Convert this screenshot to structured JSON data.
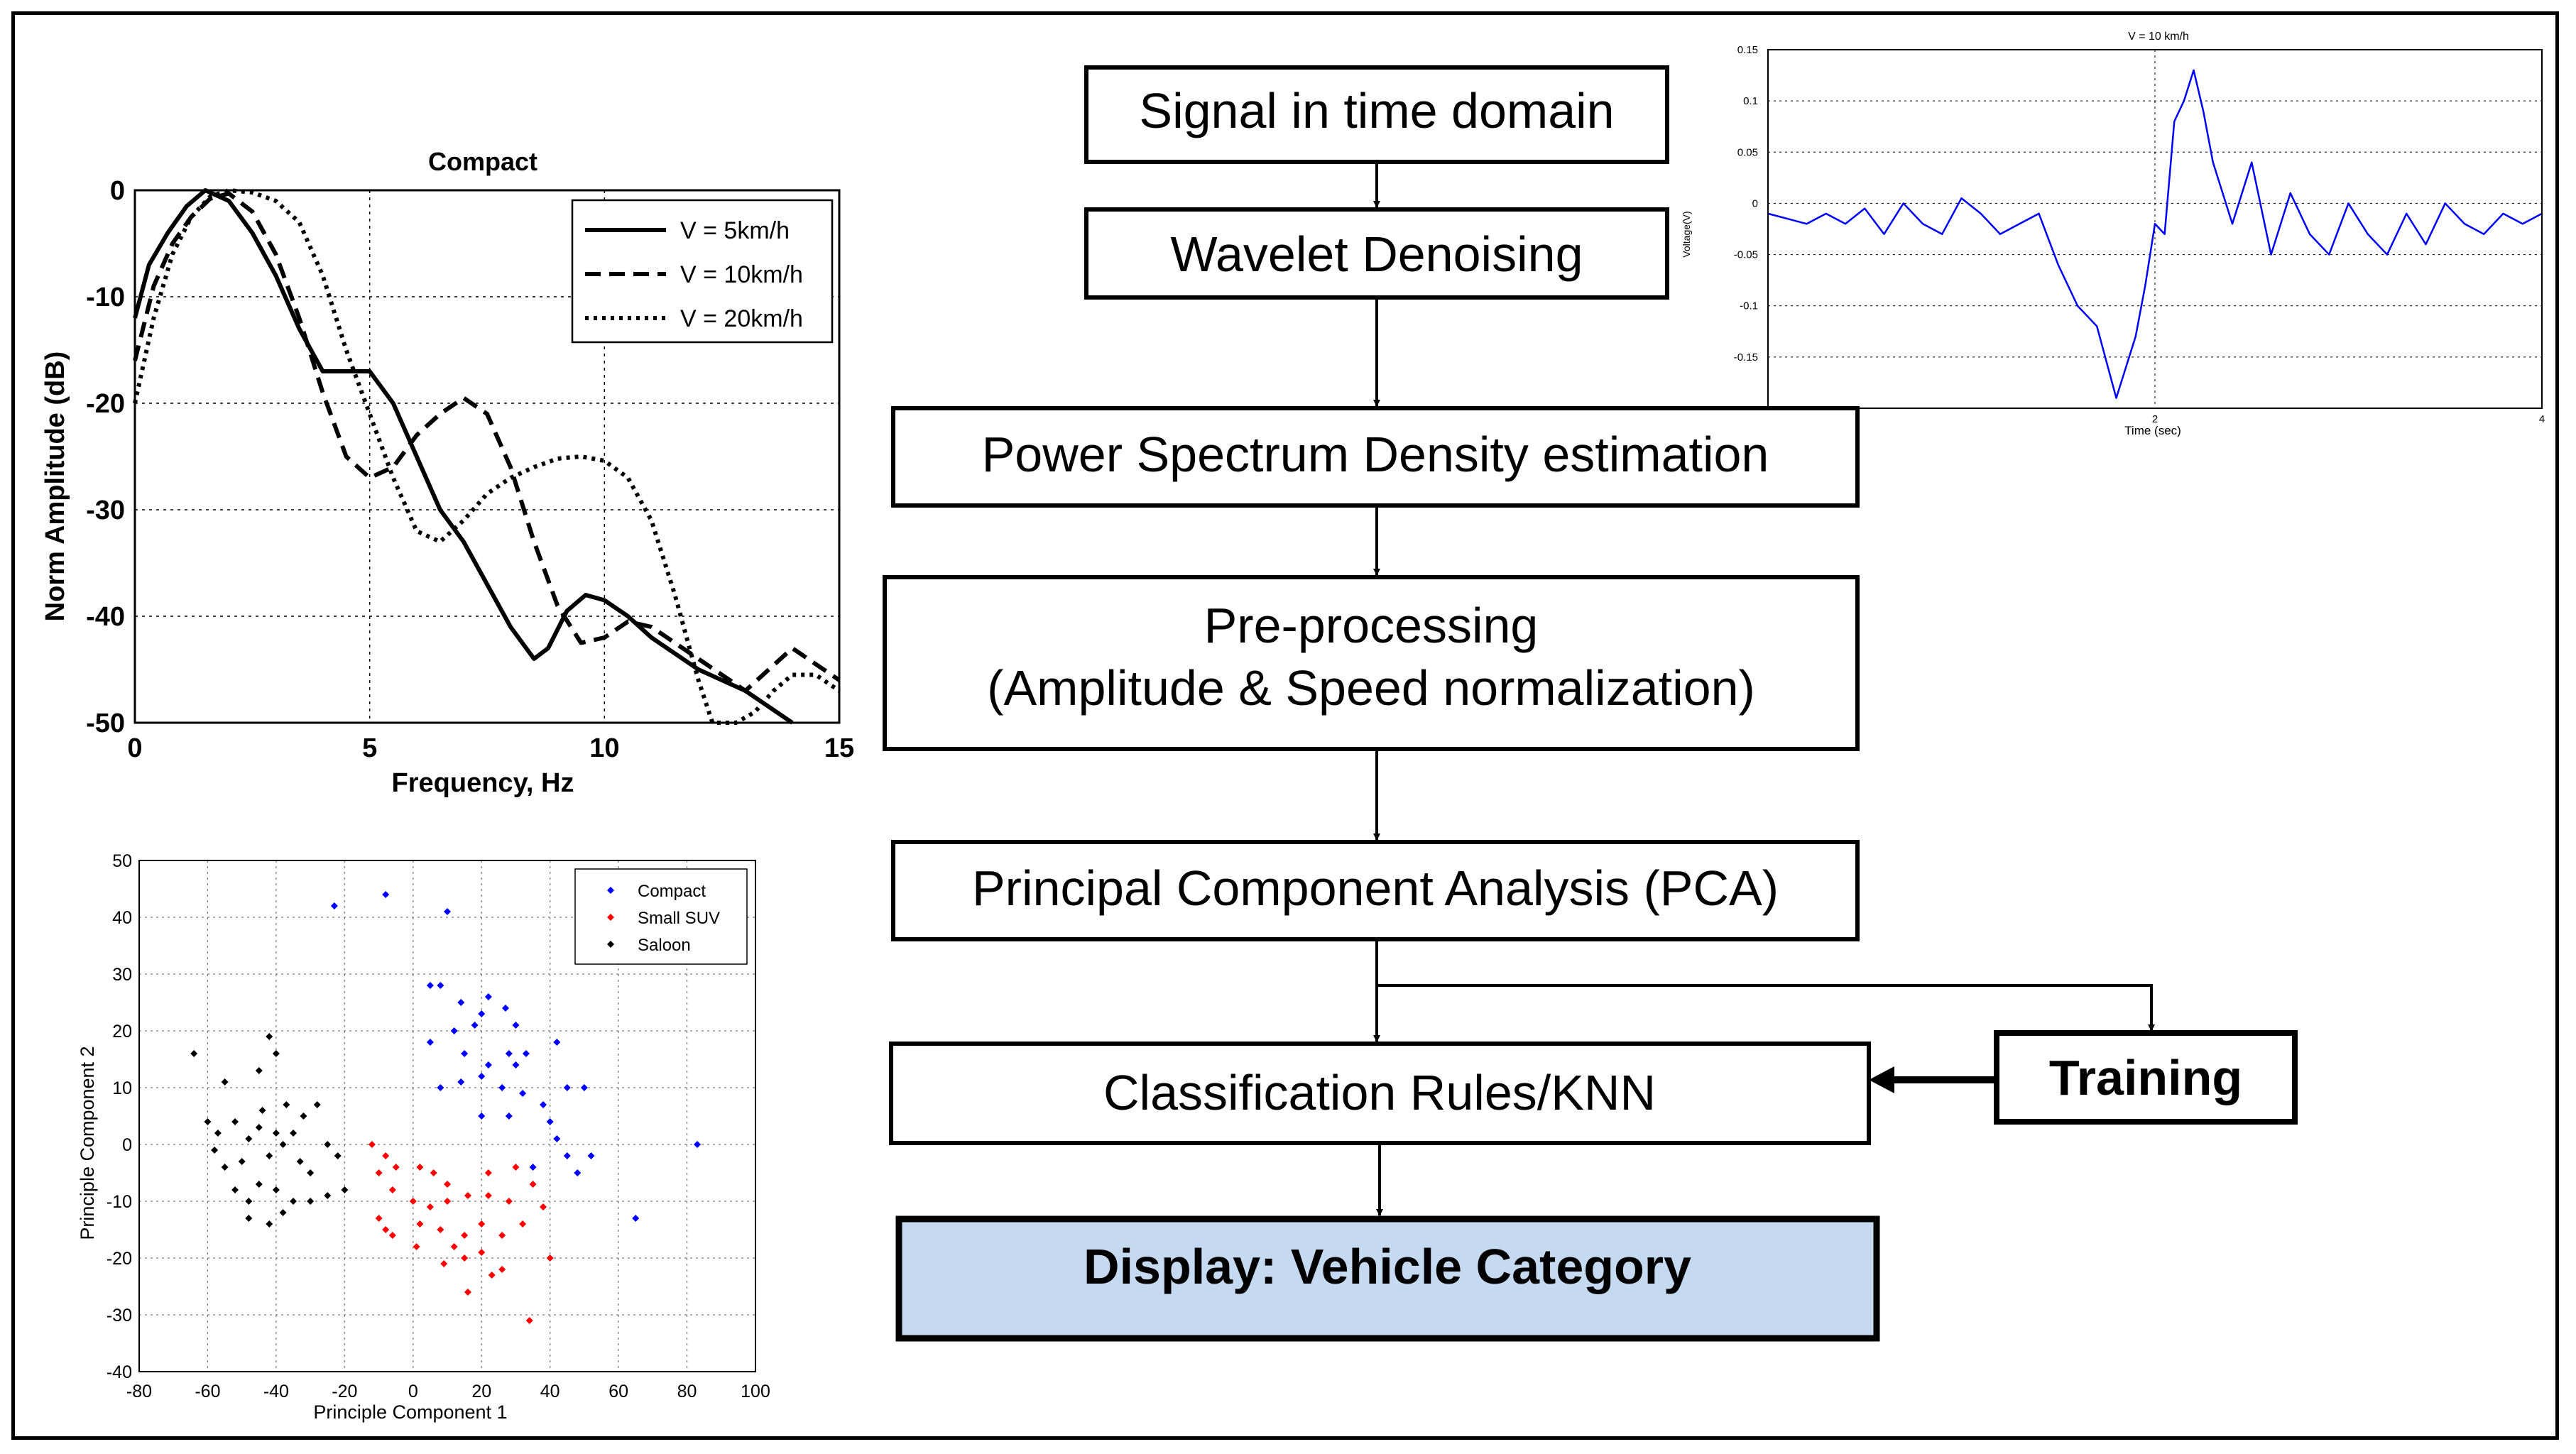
{
  "flow": {
    "steps": [
      {
        "lines": [
          "Signal in time domain"
        ]
      },
      {
        "lines": [
          "Wavelet Denoising"
        ]
      },
      {
        "lines": [
          "Power Spectrum Density estimation"
        ]
      },
      {
        "lines": [
          "Pre-processing",
          "(Amplitude & Speed normalization)"
        ]
      },
      {
        "lines": [
          "Principal Component Analysis (PCA)"
        ]
      },
      {
        "lines": [
          "Classification Rules/KNN"
        ]
      },
      {
        "lines": [
          "Display: Vehicle Category"
        ]
      }
    ],
    "training_label": "Training",
    "display_fill": "#c5d9f1"
  },
  "chart_data": [
    {
      "type": "line",
      "title": "Compact",
      "xlabel": "Frequency, Hz",
      "ylabel": "Norm Amplitude (dB)",
      "xlim": [
        0,
        15
      ],
      "ylim": [
        -50,
        0
      ],
      "xticks": [
        "0",
        "5",
        "10",
        "15"
      ],
      "yticks": [
        "0",
        "-10",
        "-20",
        "-30",
        "-40",
        "-50"
      ],
      "grid": true,
      "legend_position": "top-right",
      "series": [
        {
          "name": "V = 5km/h",
          "style": "solid",
          "x": [
            0,
            0.3,
            0.7,
            1.1,
            1.5,
            2.0,
            2.5,
            3.0,
            3.5,
            4.0,
            4.5,
            5.0,
            5.5,
            6.0,
            6.5,
            7.0,
            7.5,
            8.0,
            8.5,
            8.8,
            9.2,
            9.6,
            10.0,
            10.5,
            11.0,
            11.5,
            12.0,
            12.5,
            13.0,
            13.5,
            14.0
          ],
          "y": [
            -12,
            -7,
            -4,
            -1.5,
            0,
            -1,
            -4,
            -8,
            -13,
            -17,
            -17,
            -17,
            -20,
            -25,
            -30,
            -33,
            -37,
            -41,
            -44,
            -43,
            -39.5,
            -38,
            -38.5,
            -40,
            -42,
            -43.5,
            -45,
            -46,
            -47,
            -48.5,
            -50
          ]
        },
        {
          "name": "V = 10km/h",
          "style": "dash",
          "x": [
            0,
            0.4,
            0.8,
            1.2,
            1.6,
            2.0,
            2.5,
            3.0,
            3.5,
            4.0,
            4.5,
            5.0,
            5.5,
            6.0,
            6.5,
            7.0,
            7.5,
            8.0,
            8.5,
            9.0,
            9.5,
            10.0,
            10.5,
            11.0,
            11.5,
            12.0,
            12.5,
            13.0,
            13.5,
            14.0,
            14.5,
            15.0
          ],
          "y": [
            -16,
            -9,
            -5,
            -2.5,
            -0.8,
            -0.3,
            -2,
            -6,
            -12,
            -19,
            -25,
            -27,
            -26,
            -23,
            -21,
            -19.5,
            -21,
            -26,
            -33,
            -39,
            -42.5,
            -42,
            -40.5,
            -41,
            -42.5,
            -44,
            -45.5,
            -47,
            -45,
            -43,
            -44.5,
            -46
          ]
        },
        {
          "name": "V = 20km/h",
          "style": "dot",
          "x": [
            0,
            0.4,
            0.8,
            1.2,
            1.6,
            2.0,
            2.5,
            3.0,
            3.5,
            4.0,
            4.5,
            5.0,
            5.5,
            6.0,
            6.5,
            7.0,
            7.5,
            8.0,
            8.5,
            9.0,
            9.5,
            10.0,
            10.5,
            11.0,
            11.5,
            12.0,
            12.3,
            12.8,
            13.2,
            13.6,
            14.0,
            14.5,
            15.0
          ],
          "y": [
            -20,
            -12,
            -6,
            -2.5,
            -0.6,
            0,
            -0.2,
            -1,
            -3,
            -8,
            -15,
            -21,
            -27,
            -32,
            -33,
            -31,
            -28.5,
            -27,
            -26,
            -25.2,
            -25,
            -25.4,
            -27,
            -31,
            -38,
            -46,
            -50,
            -50,
            -49,
            -47,
            -45.5,
            -45.5,
            -47
          ]
        }
      ]
    },
    {
      "type": "scatter",
      "xlabel": "Principle Component 1",
      "ylabel": "Principle Component 2",
      "xlim": [
        -80,
        100
      ],
      "ylim": [
        -40,
        50
      ],
      "xticks": [
        "-80",
        "-60",
        "-40",
        "-20",
        "0",
        "20",
        "40",
        "60",
        "80",
        "100"
      ],
      "yticks": [
        "50",
        "40",
        "30",
        "20",
        "10",
        "0",
        "-10",
        "-20",
        "-30",
        "-40"
      ],
      "grid": true,
      "legend_position": "top-right",
      "series": [
        {
          "name": "Compact",
          "color": "#0000ff",
          "points": [
            [
              -23,
              42
            ],
            [
              -8,
              44
            ],
            [
              10,
              41
            ],
            [
              5,
              28
            ],
            [
              8,
              28
            ],
            [
              14,
              25
            ],
            [
              20,
              23
            ],
            [
              22,
              26
            ],
            [
              27,
              24
            ],
            [
              18,
              21
            ],
            [
              12,
              20
            ],
            [
              30,
              21
            ],
            [
              28,
              16
            ],
            [
              33,
              16
            ],
            [
              42,
              18
            ],
            [
              22,
              14
            ],
            [
              15,
              16
            ],
            [
              30,
              14
            ],
            [
              5,
              18
            ],
            [
              8,
              10
            ],
            [
              14,
              11
            ],
            [
              20,
              12
            ],
            [
              26,
              10
            ],
            [
              32,
              9
            ],
            [
              38,
              7
            ],
            [
              45,
              10
            ],
            [
              50,
              10
            ],
            [
              28,
              5
            ],
            [
              40,
              4
            ],
            [
              42,
              1
            ],
            [
              20,
              5
            ],
            [
              45,
              -2
            ],
            [
              35,
              -4
            ],
            [
              52,
              -2
            ],
            [
              48,
              -5
            ],
            [
              65,
              -13
            ],
            [
              83,
              0
            ]
          ]
        },
        {
          "name": "Small SUV",
          "color": "#ff0000",
          "points": [
            [
              -12,
              0
            ],
            [
              -8,
              -2
            ],
            [
              -10,
              -5
            ],
            [
              -5,
              -4
            ],
            [
              2,
              -4
            ],
            [
              6,
              -5
            ],
            [
              10,
              -7
            ],
            [
              -6,
              -8
            ],
            [
              0,
              -10
            ],
            [
              5,
              -11
            ],
            [
              10,
              -10
            ],
            [
              16,
              -9
            ],
            [
              22,
              -9
            ],
            [
              28,
              -10
            ],
            [
              -10,
              -13
            ],
            [
              -6,
              -16
            ],
            [
              2,
              -14
            ],
            [
              8,
              -15
            ],
            [
              15,
              -16
            ],
            [
              20,
              -14
            ],
            [
              26,
              -16
            ],
            [
              32,
              -14
            ],
            [
              38,
              -11
            ],
            [
              -8,
              -15
            ],
            [
              1,
              -18
            ],
            [
              12,
              -18
            ],
            [
              20,
              -19
            ],
            [
              26,
              -22
            ],
            [
              9,
              -21
            ],
            [
              15,
              -20
            ],
            [
              40,
              -20
            ],
            [
              23,
              -23
            ],
            [
              16,
              -26
            ],
            [
              34,
              -31
            ],
            [
              22,
              -5
            ],
            [
              30,
              -4
            ],
            [
              35,
              -7
            ]
          ]
        },
        {
          "name": "Saloon",
          "color": "#000000",
          "points": [
            [
              -64,
              16
            ],
            [
              -55,
              11
            ],
            [
              -45,
              13
            ],
            [
              -42,
              19
            ],
            [
              -40,
              16
            ],
            [
              -60,
              4
            ],
            [
              -57,
              2
            ],
            [
              -52,
              4
            ],
            [
              -48,
              1
            ],
            [
              -45,
              3
            ],
            [
              -40,
              2
            ],
            [
              -37,
              7
            ],
            [
              -32,
              5
            ],
            [
              -28,
              7
            ],
            [
              -25,
              0
            ],
            [
              -38,
              0
            ],
            [
              -42,
              -2
            ],
            [
              -50,
              -3
            ],
            [
              -55,
              -4
            ],
            [
              -33,
              -3
            ],
            [
              -30,
              -5
            ],
            [
              -45,
              -7
            ],
            [
              -40,
              -8
            ],
            [
              -35,
              -10
            ],
            [
              -48,
              -13
            ],
            [
              -42,
              -14
            ],
            [
              -38,
              -12
            ],
            [
              -30,
              -10
            ],
            [
              -25,
              -9
            ],
            [
              -20,
              -8
            ],
            [
              -22,
              -2
            ],
            [
              -35,
              2
            ],
            [
              -44,
              6
            ],
            [
              -58,
              -1
            ],
            [
              -52,
              -8
            ],
            [
              -48,
              -10
            ]
          ]
        }
      ]
    },
    {
      "type": "line",
      "title": "V = 10 km/h",
      "xlabel": "Time (sec)",
      "ylabel": "Voltage(V)",
      "xlim": [
        0,
        4
      ],
      "ylim": [
        -0.2,
        0.15
      ],
      "xticks": [
        "2",
        "4"
      ],
      "yticks": [
        "0.15",
        "0.1",
        "0.05",
        "0",
        "-0.05",
        "-0.1",
        "-0.15"
      ],
      "grid": true,
      "series": [
        {
          "color": "#0000ff",
          "x": [
            0,
            0.1,
            0.2,
            0.3,
            0.4,
            0.5,
            0.6,
            0.7,
            0.8,
            0.9,
            1.0,
            1.1,
            1.2,
            1.3,
            1.4,
            1.5,
            1.6,
            1.7,
            1.8,
            1.9,
            1.95,
            2.0,
            2.05,
            2.1,
            2.15,
            2.2,
            2.25,
            2.3,
            2.4,
            2.5,
            2.6,
            2.7,
            2.8,
            2.9,
            3.0,
            3.1,
            3.2,
            3.3,
            3.4,
            3.5,
            3.6,
            3.7,
            3.8,
            3.9,
            4.0
          ],
          "y": [
            -0.01,
            -0.015,
            -0.02,
            -0.01,
            -0.02,
            -0.005,
            -0.03,
            0.0,
            -0.02,
            -0.03,
            0.005,
            -0.01,
            -0.03,
            -0.02,
            -0.01,
            -0.06,
            -0.1,
            -0.12,
            -0.19,
            -0.13,
            -0.08,
            -0.02,
            -0.03,
            0.08,
            0.1,
            0.13,
            0.09,
            0.04,
            -0.02,
            0.04,
            -0.05,
            0.01,
            -0.03,
            -0.05,
            0.0,
            -0.03,
            -0.05,
            -0.01,
            -0.04,
            0.0,
            -0.02,
            -0.03,
            -0.01,
            -0.02,
            -0.01
          ]
        }
      ]
    }
  ]
}
